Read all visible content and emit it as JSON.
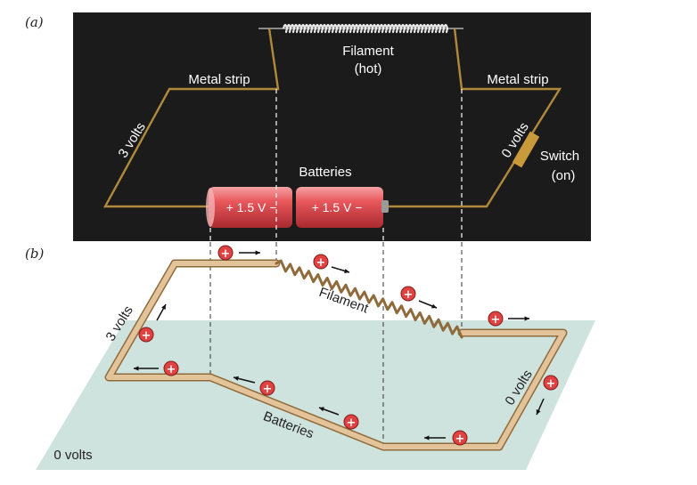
{
  "panel_a": {
    "label": "(a)",
    "filament_label": "Filament",
    "filament_state": "(hot)",
    "metal_strip_left": "Metal strip",
    "metal_strip_right": "Metal strip",
    "volts_left": "3 volts",
    "volts_right": "0 volts",
    "switch_label": "Switch",
    "switch_state": "(on)",
    "batteries_label": "Batteries",
    "battery_1": "+ 1.5 V −",
    "battery_2": "+ 1.5 V −"
  },
  "panel_b": {
    "label": "(b)",
    "volts_left": "3 volts",
    "volts_right": "0 volts",
    "ground_label": "0 volts",
    "filament_label": "Filament",
    "batteries_label": "Batteries",
    "charge_symbol": "+"
  },
  "colors": {
    "panel_a_background": "#1b1b1b",
    "wire_dark": "#b08a3a",
    "wire_tube": "#d9b582",
    "ground_plane": "#cfe3de",
    "battery": "#e14a4e",
    "charge": "#e34040",
    "switch": "#c89a3a"
  }
}
